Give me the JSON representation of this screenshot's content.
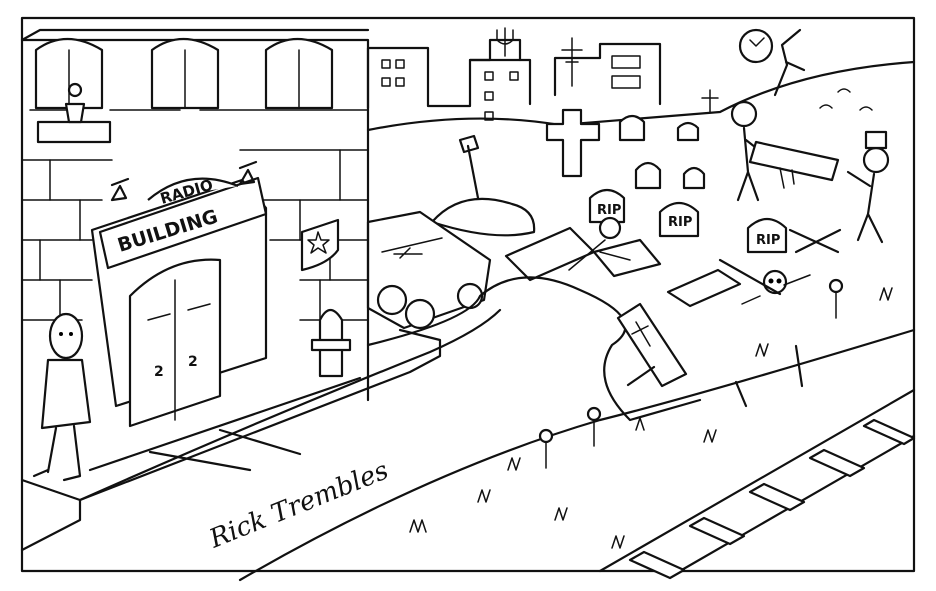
{
  "sign": {
    "line1": "RADIO",
    "line2": "BUILDING"
  },
  "door_numbers": [
    "2",
    "2"
  ],
  "tombstones": [
    "RIP",
    "RIP",
    "RIP"
  ],
  "signature": "Rick Trembles",
  "colors": {
    "ink": "#111111",
    "paper": "#ffffff"
  },
  "icons": [
    "cross-icon",
    "star-shield-icon",
    "skull-icon",
    "coffin-icon",
    "flower-icon",
    "clock-icon",
    "trident-icon"
  ]
}
